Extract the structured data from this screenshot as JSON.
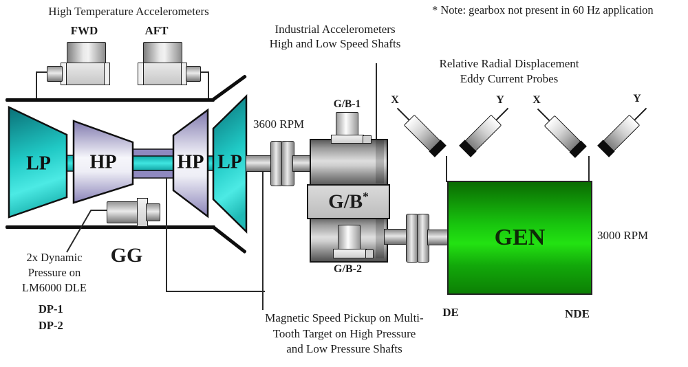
{
  "texts": {
    "high_temp_title": "High Temperature Accelerometers",
    "fwd": "FWD",
    "aft": "AFT",
    "note": "* Note: gearbox not present in 60 Hz application",
    "industrial": [
      "Industrial Accelerometers",
      "High and Low Speed Shafts"
    ],
    "eddy": [
      "Relative Radial Displacement",
      "Eddy Current Probes"
    ],
    "rpm_3600": "3600 RPM",
    "rpm_3000": "3000 RPM",
    "gg": "GG",
    "gen": "GEN",
    "de": "DE",
    "nde": "NDE",
    "gb": "G/B",
    "gb_asterisk": "*",
    "gb1": "G/B-1",
    "gb2": "G/B-2",
    "probes": [
      "X",
      "Y",
      "X",
      "Y"
    ],
    "turbine": {
      "lp_left": "LP",
      "hp_left": "HP",
      "hp_right": "HP",
      "lp_right": "LP"
    },
    "dynamic_pressure": [
      "2x Dynamic",
      "Pressure on",
      "LM6000 DLE"
    ],
    "dp": [
      "DP-1",
      "DP-2"
    ],
    "magnetic": [
      "Magnetic Speed Pickup on Multi-",
      "Tooth Target on High Pressure",
      "and Low Pressure Shafts"
    ]
  },
  "colors": {
    "turbine_cyan": "#20c9c5",
    "turbine_lavender": "#8a83b8",
    "generator_green": "#1edc10",
    "gen_text": "#0e2a07",
    "metal_gray": "#c9c9c9",
    "line": "#2a2a2a"
  }
}
